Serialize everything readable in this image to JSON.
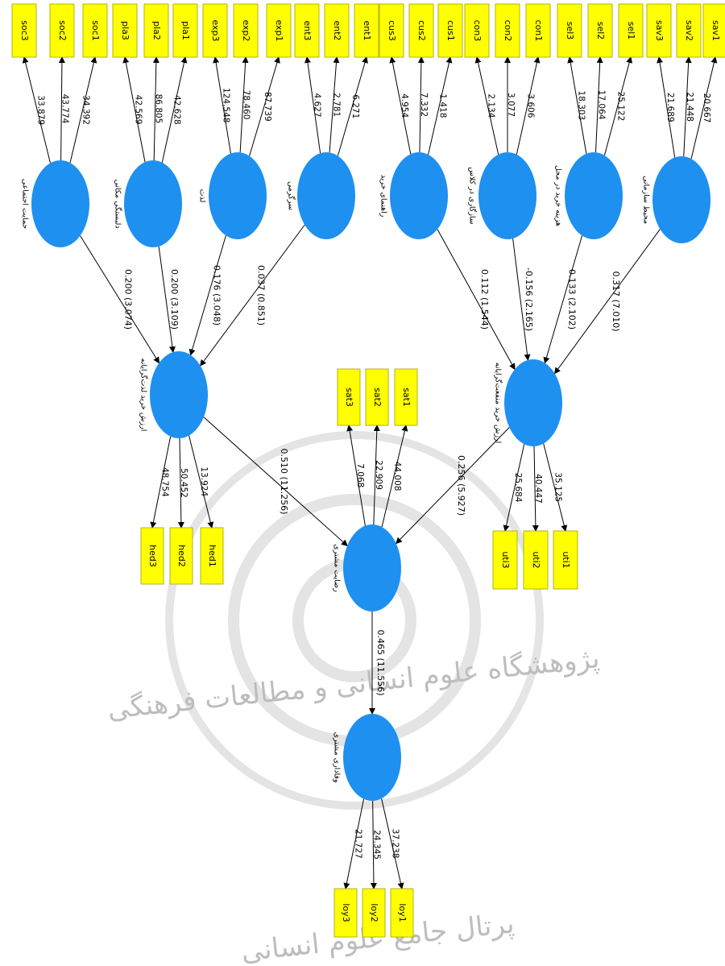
{
  "watermark": {
    "line1": "پژوهشگاه علوم انسانی و مطالعات فرهنگی",
    "line2": "پرتال جامع علوم انسانی"
  },
  "latents": [
    {
      "id": "social",
      "label": "حمایت اجتماعی"
    },
    {
      "id": "place",
      "label": "دلبستگی مکانی"
    },
    {
      "id": "plan",
      "label": "لذت"
    },
    {
      "id": "exp",
      "label": "سرگرمی"
    },
    {
      "id": "env",
      "label": "محیط سازمانی"
    },
    {
      "id": "cus",
      "label": "راهنمای خرید"
    },
    {
      "id": "con",
      "label": "سازگاری در کلاس"
    },
    {
      "id": "sav",
      "label": "هزینه خرید در محل"
    },
    {
      "id": "hed",
      "label": "ارزش خرید لذت‌گرایانه"
    },
    {
      "id": "uti",
      "label": "ارزش خرید منفعت‌گرایانه"
    },
    {
      "id": "sat",
      "label": "رضایت مشتری"
    },
    {
      "id": "loy",
      "label": "وفاداری مشتری"
    }
  ],
  "indicators": [
    {
      "id": "soc3",
      "label": "soc3"
    },
    {
      "id": "soc2",
      "label": "soc2"
    },
    {
      "id": "soc1",
      "label": "soc1"
    },
    {
      "id": "pla3",
      "label": "pla3"
    },
    {
      "id": "pla2",
      "label": "pla2"
    },
    {
      "id": "pla1",
      "label": "pla1"
    },
    {
      "id": "exp3",
      "label": "exp3"
    },
    {
      "id": "exp2",
      "label": "exp2"
    },
    {
      "id": "exp1",
      "label": "exp1"
    },
    {
      "id": "ent3",
      "label": "ent3"
    },
    {
      "id": "ent2",
      "label": "ent2"
    },
    {
      "id": "ent1",
      "label": "ent1"
    },
    {
      "id": "cus3",
      "label": "cus3"
    },
    {
      "id": "cus2",
      "label": "cus2"
    },
    {
      "id": "cus1",
      "label": "cus1"
    },
    {
      "id": "con3",
      "label": "con3"
    },
    {
      "id": "con2",
      "label": "con2"
    },
    {
      "id": "con1",
      "label": "con1"
    },
    {
      "id": "sel3",
      "label": "sel3"
    },
    {
      "id": "sel2",
      "label": "sel2"
    },
    {
      "id": "sel1",
      "label": "sel1"
    },
    {
      "id": "sav3",
      "label": "sav3"
    },
    {
      "id": "sav2",
      "label": "sav2"
    },
    {
      "id": "sav1",
      "label": "sav1"
    },
    {
      "id": "sat3",
      "label": "sat3"
    },
    {
      "id": "sat2",
      "label": "sat2"
    },
    {
      "id": "sat1",
      "label": "sat1"
    },
    {
      "id": "hed3",
      "label": "hed3"
    },
    {
      "id": "hed2",
      "label": "hed2"
    },
    {
      "id": "hed1",
      "label": "hed1"
    },
    {
      "id": "uti3",
      "label": "uti3"
    },
    {
      "id": "uti2",
      "label": "uti2"
    },
    {
      "id": "uti1",
      "label": "uti1"
    },
    {
      "id": "loy3",
      "label": "loy3"
    },
    {
      "id": "loy2",
      "label": "loy2"
    },
    {
      "id": "loy1",
      "label": "loy1"
    }
  ],
  "loadings": [
    {
      "from": "social",
      "to": "soc3",
      "value": "33.879"
    },
    {
      "from": "social",
      "to": "soc2",
      "value": "43.774"
    },
    {
      "from": "social",
      "to": "soc1",
      "value": "34.392"
    },
    {
      "from": "place",
      "to": "pla3",
      "value": "42.569"
    },
    {
      "from": "place",
      "to": "pla2",
      "value": "86.805"
    },
    {
      "from": "place",
      "to": "pla1",
      "value": "42.628"
    },
    {
      "from": "plan",
      "to": "exp3",
      "value": "124.548"
    },
    {
      "from": "plan",
      "to": "exp2",
      "value": "78.460"
    },
    {
      "from": "plan",
      "to": "exp1",
      "value": "87.739"
    },
    {
      "from": "exp",
      "to": "ent3",
      "value": "4.627"
    },
    {
      "from": "exp",
      "to": "ent2",
      "value": "2.781"
    },
    {
      "from": "exp",
      "to": "ent1",
      "value": "6.271"
    },
    {
      "from": "cus",
      "to": "cus3",
      "value": "4.954"
    },
    {
      "from": "cus",
      "to": "cus2",
      "value": "7.332"
    },
    {
      "from": "cus",
      "to": "cus1",
      "value": "1.418"
    },
    {
      "from": "con",
      "to": "con3",
      "value": "2.134"
    },
    {
      "from": "con",
      "to": "con2",
      "value": "3.077"
    },
    {
      "from": "con",
      "to": "con1",
      "value": "3.606"
    },
    {
      "from": "sav",
      "to": "sel3",
      "value": "18.303"
    },
    {
      "from": "sav",
      "to": "sel2",
      "value": "17.064"
    },
    {
      "from": "sav",
      "to": "sel1",
      "value": "25.122"
    },
    {
      "from": "env",
      "to": "sav3",
      "value": "21.689"
    },
    {
      "from": "env",
      "to": "sav2",
      "value": "21.448"
    },
    {
      "from": "env",
      "to": "sav1",
      "value": "20.667"
    },
    {
      "from": "sat",
      "to": "sat3",
      "value": "7.068"
    },
    {
      "from": "sat",
      "to": "sat2",
      "value": "22.909"
    },
    {
      "from": "sat",
      "to": "sat1",
      "value": "44.008"
    },
    {
      "from": "hed",
      "to": "hed3",
      "value": "48.754"
    },
    {
      "from": "hed",
      "to": "hed2",
      "value": "50.452"
    },
    {
      "from": "hed",
      "to": "hed1",
      "value": "13.924"
    },
    {
      "from": "uti",
      "to": "uti3",
      "value": "25.684"
    },
    {
      "from": "uti",
      "to": "uti2",
      "value": "40.447"
    },
    {
      "from": "uti",
      "to": "uti1",
      "value": "35.125"
    },
    {
      "from": "loy",
      "to": "loy3",
      "value": "21.727"
    },
    {
      "from": "loy",
      "to": "loy2",
      "value": "24.345"
    },
    {
      "from": "loy",
      "to": "loy1",
      "value": "37.238"
    }
  ],
  "paths": [
    {
      "from": "social",
      "to": "hed",
      "value": "0.200 (3.074)"
    },
    {
      "from": "place",
      "to": "hed",
      "value": "0.200 (3.109)"
    },
    {
      "from": "plan",
      "to": "hed",
      "value": "0.176 (3.048)"
    },
    {
      "from": "exp",
      "to": "hed",
      "value": "0.037 (0.851)"
    },
    {
      "from": "cus",
      "to": "uti",
      "value": "0.112 (1.544)"
    },
    {
      "from": "con",
      "to": "uti",
      "value": "-0.156 (2.165)"
    },
    {
      "from": "sav",
      "to": "uti",
      "value": "0.133 (2.102)"
    },
    {
      "from": "env",
      "to": "uti",
      "value": "0.317 (7.010)"
    },
    {
      "from": "hed",
      "to": "sat",
      "value": "0.510 (11.256)"
    },
    {
      "from": "uti",
      "to": "sat",
      "value": "0.256 (5.927)"
    },
    {
      "from": "sat",
      "to": "loy",
      "value": "0.465 (11.556)"
    }
  ],
  "colors": {
    "latent_fill": "#1e90f0",
    "indicator_fill": "#ffff00",
    "indicator_stroke": "#a0a000",
    "line": "#000000",
    "watermark": "#bdbdbd"
  }
}
